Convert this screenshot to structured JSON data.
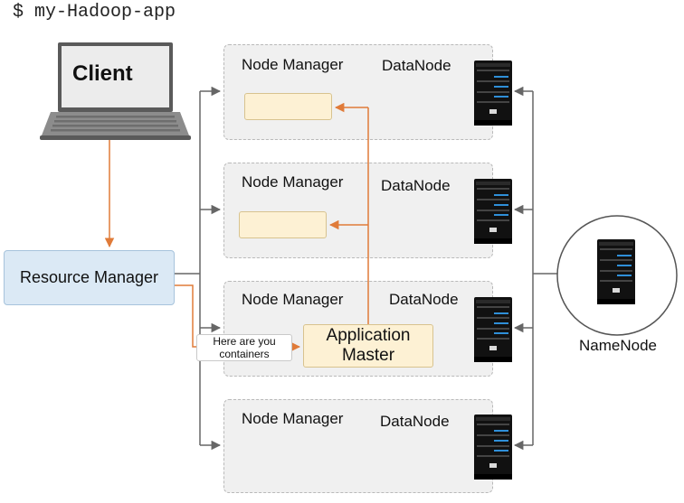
{
  "command": "$ my-Hadoop-app",
  "client": {
    "label": "Client"
  },
  "resource_manager": {
    "label": "Resource Manager"
  },
  "nodes": [
    {
      "manager_label": "Node Manager",
      "datanode_label": "DataNode"
    },
    {
      "manager_label": "Node Manager",
      "datanode_label": "DataNode"
    },
    {
      "manager_label": "Node Manager",
      "datanode_label": "DataNode"
    },
    {
      "manager_label": "Node Manager",
      "datanode_label": "DataNode"
    }
  ],
  "application_master": {
    "line1": "Application",
    "line2": "Master"
  },
  "callout": {
    "line1": "Here are you",
    "line2": "containers"
  },
  "namenode": {
    "label": "NameNode"
  },
  "colors": {
    "orange_arrow": "#e07b39",
    "gray_arrow": "#666666",
    "node_bg": "#f0f0f0",
    "container_bg": "#fdf1d4",
    "rm_bg": "#dbe9f5"
  }
}
